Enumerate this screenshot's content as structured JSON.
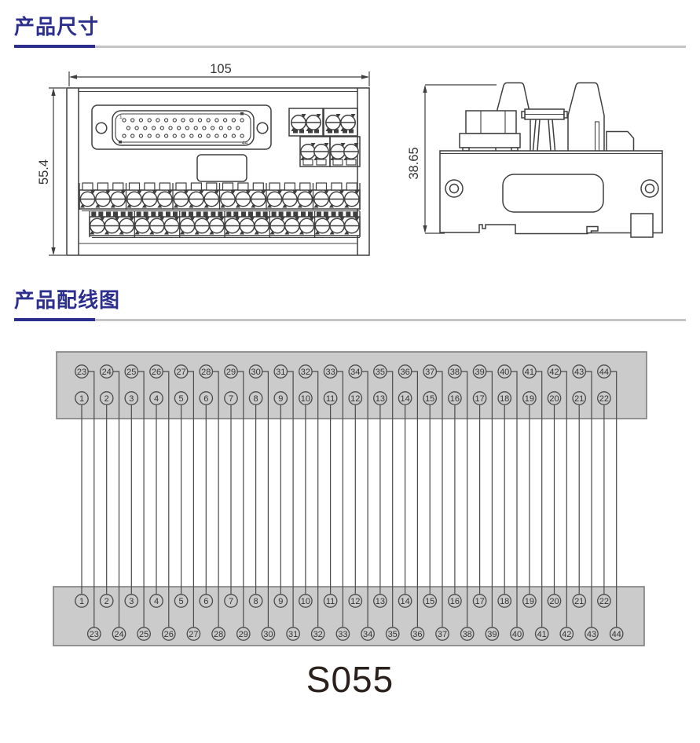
{
  "sections": {
    "dimensions_title": "产品尺寸",
    "wiring_title": "产品配线图"
  },
  "model_label": "S055",
  "front_view": {
    "width_dim": "105",
    "height_dim": "55.4",
    "connector_first_pin": "1",
    "connector_last_pin": "44"
  },
  "side_view": {
    "height_dim": "38.65"
  },
  "wiring_diagram": {
    "top_strip": {
      "upper_row": [
        23,
        24,
        25,
        26,
        27,
        28,
        29,
        30,
        31,
        32,
        33,
        34,
        35,
        36,
        37,
        38,
        39,
        40,
        41,
        42,
        43,
        44
      ],
      "lower_row": [
        1,
        2,
        3,
        4,
        5,
        6,
        7,
        8,
        9,
        10,
        11,
        12,
        13,
        14,
        15,
        16,
        17,
        18,
        19,
        20,
        21,
        22
      ]
    },
    "bottom_strip": {
      "upper_row": [
        1,
        2,
        3,
        4,
        5,
        6,
        7,
        8,
        9,
        10,
        11,
        12,
        13,
        14,
        15,
        16,
        17,
        18,
        19,
        20,
        21,
        22
      ],
      "lower_row": [
        23,
        24,
        25,
        26,
        27,
        28,
        29,
        30,
        31,
        32,
        33,
        34,
        35,
        36,
        37,
        38,
        39,
        40,
        41,
        42,
        43,
        44
      ]
    }
  },
  "colors": {
    "accent": "#2D2F8F",
    "drawing_stroke": "#3F3F3F",
    "strip_fill": "#CBCBCB",
    "wire": "#4A4A4A"
  }
}
